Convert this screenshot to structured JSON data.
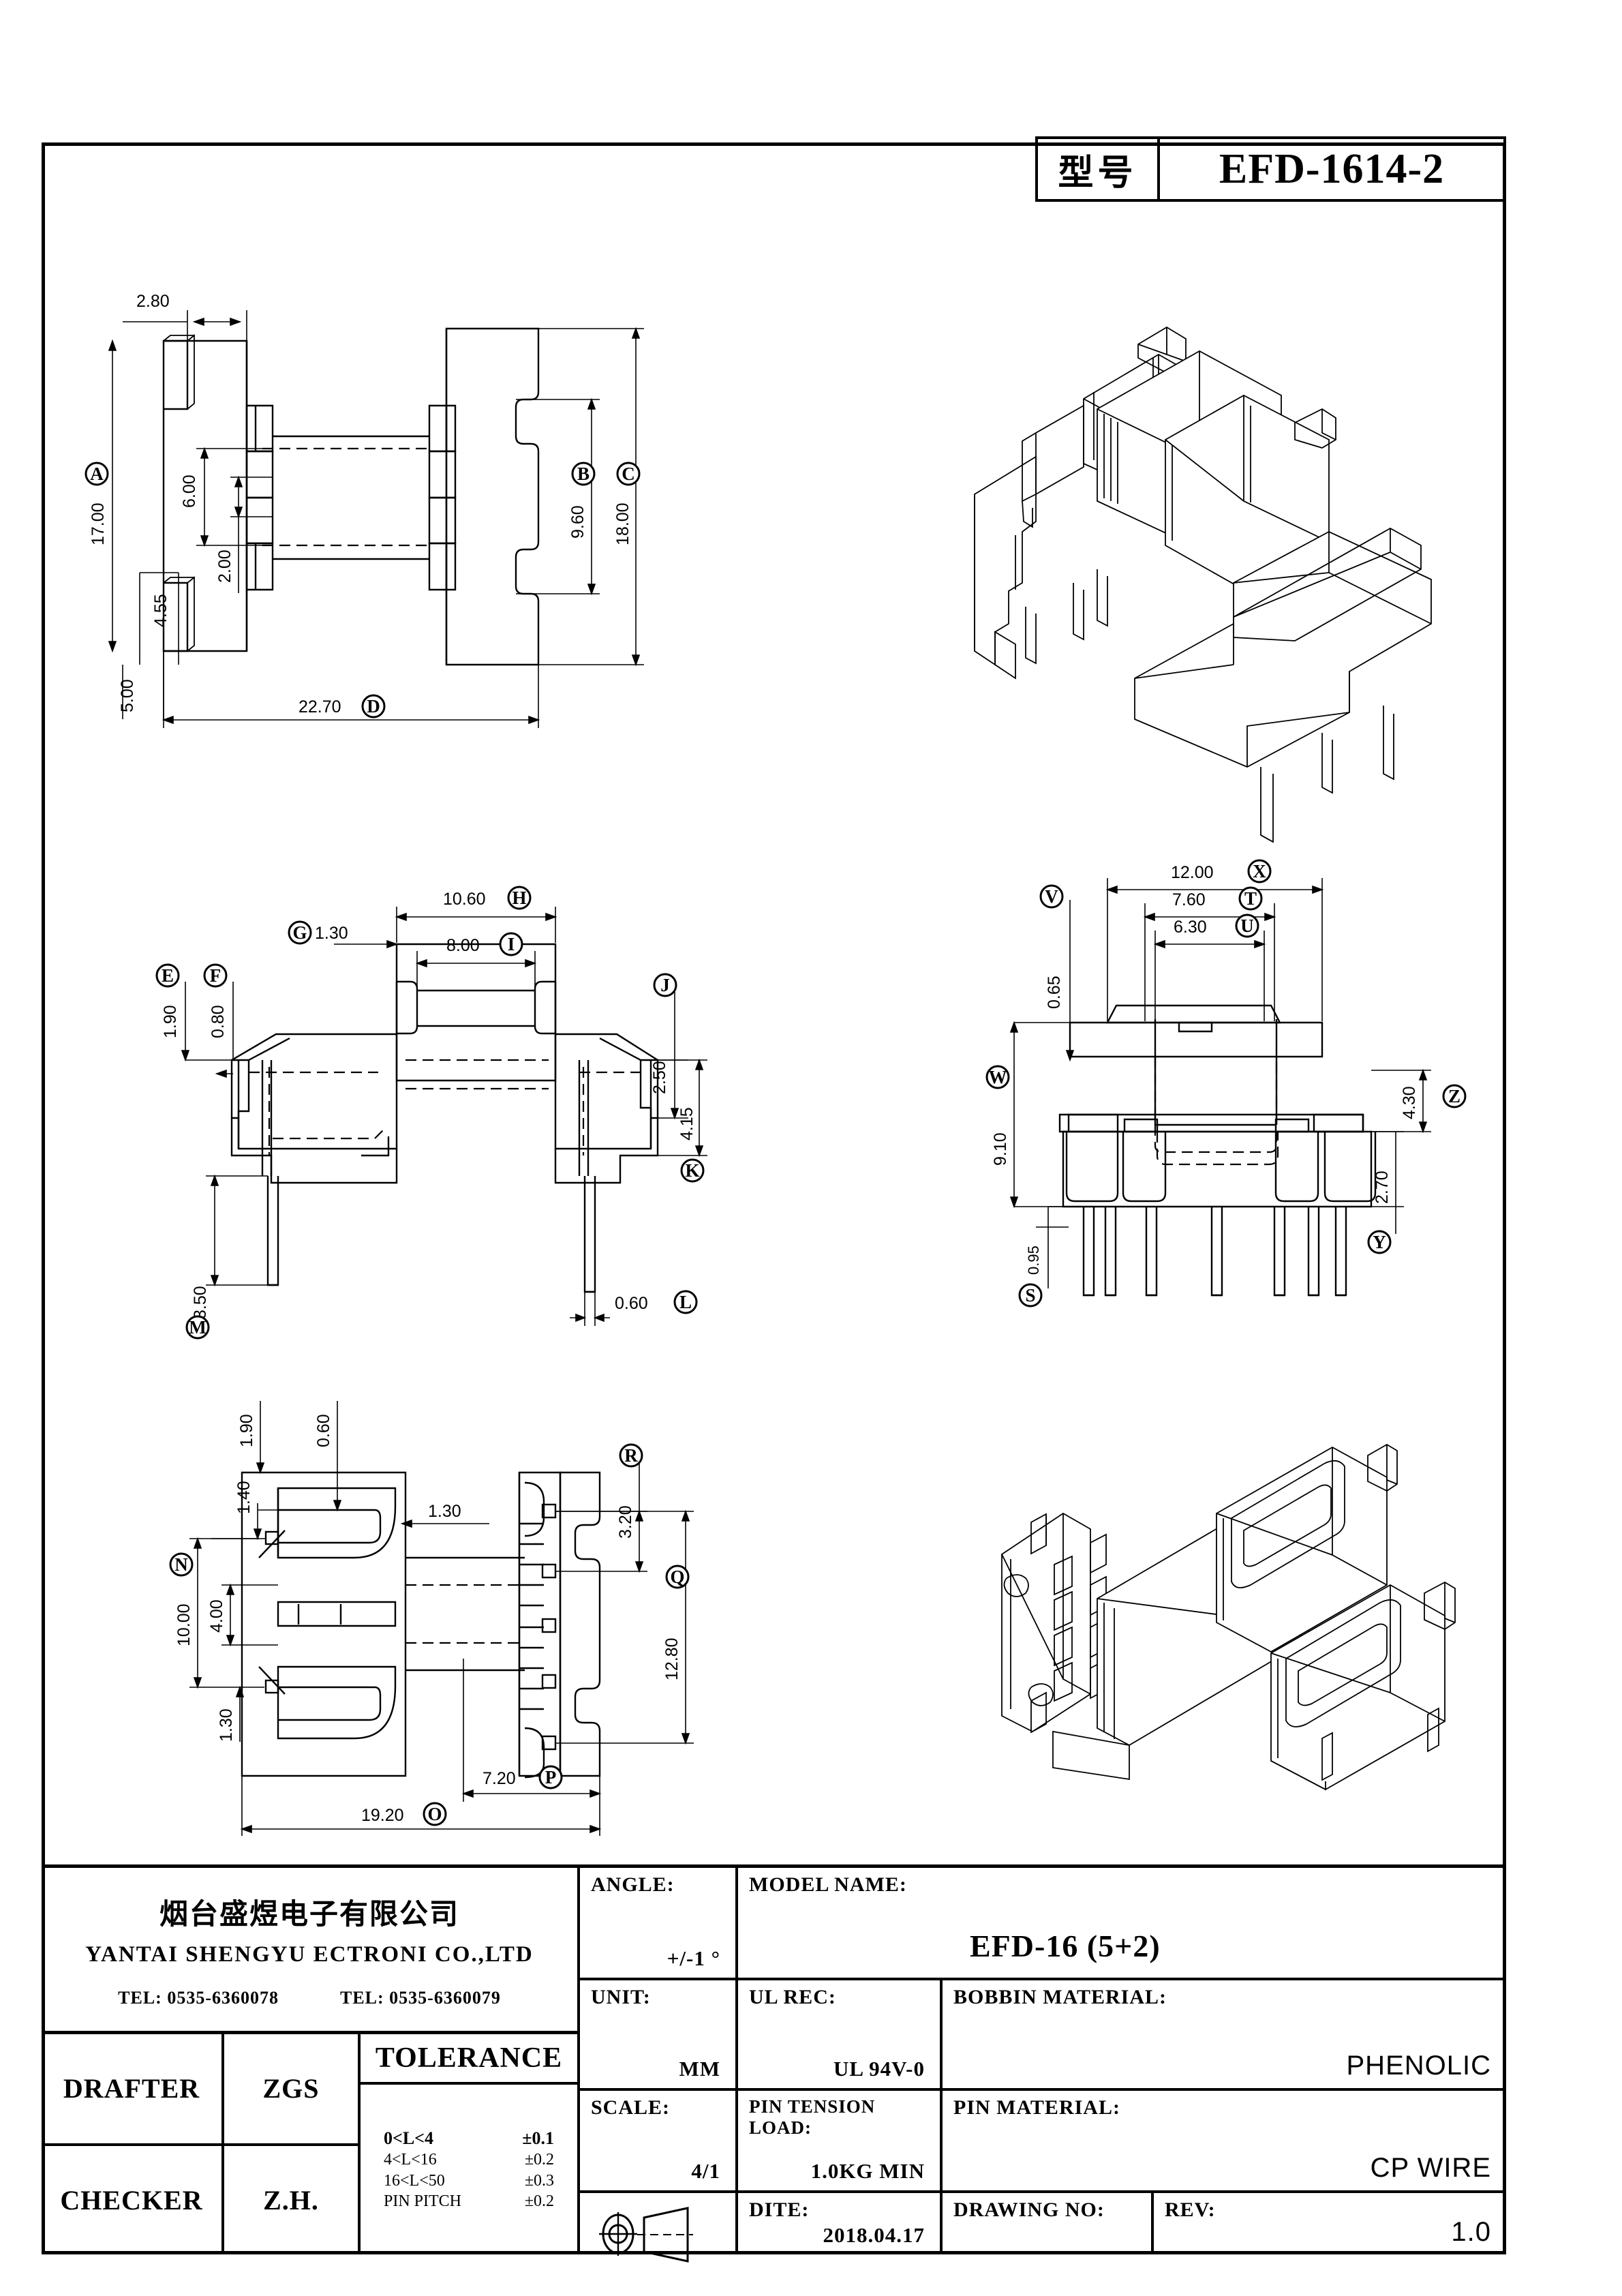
{
  "header": {
    "label_cn": "型号",
    "model_code": "EFD-1614-2"
  },
  "views": {
    "top_left": {
      "name": "front-view",
      "dims": [
        {
          "tag": "",
          "value": "2.80"
        },
        {
          "tag": "A",
          "value": "17.00"
        },
        {
          "tag": "",
          "value": "4.55"
        },
        {
          "tag": "",
          "value": "5.00"
        },
        {
          "tag": "",
          "value": "6.00"
        },
        {
          "tag": "",
          "value": "2.00"
        },
        {
          "tag": "B",
          "value": "9.60"
        },
        {
          "tag": "C",
          "value": "18.00"
        },
        {
          "tag": "D",
          "value": "22.70"
        }
      ]
    },
    "mid_left": {
      "name": "side-view",
      "dims": [
        {
          "tag": "E",
          "value": "1.90"
        },
        {
          "tag": "F",
          "value": "0.80"
        },
        {
          "tag": "G",
          "value": "1.30"
        },
        {
          "tag": "H",
          "value": "10.60"
        },
        {
          "tag": "I",
          "value": "8.00"
        },
        {
          "tag": "J",
          "value": "2.50"
        },
        {
          "tag": "K",
          "value": "4.15"
        },
        {
          "tag": "L",
          "value": "0.60"
        },
        {
          "tag": "M",
          "value": "3.50"
        }
      ]
    },
    "mid_right": {
      "name": "end-view",
      "dims": [
        {
          "tag": "S",
          "value": "0.95"
        },
        {
          "tag": "T",
          "value": "7.60"
        },
        {
          "tag": "U",
          "value": "6.30"
        },
        {
          "tag": "V",
          "value": "0.65"
        },
        {
          "tag": "W",
          "value": "9.10"
        },
        {
          "tag": "X",
          "value": "12.00"
        },
        {
          "tag": "Y",
          "value": "2.70"
        },
        {
          "tag": "Z",
          "value": "4.30"
        }
      ]
    },
    "bot_left": {
      "name": "top-view",
      "dims": [
        {
          "tag": "",
          "value": "1.90"
        },
        {
          "tag": "",
          "value": "0.60"
        },
        {
          "tag": "",
          "value": "1.40"
        },
        {
          "tag": "",
          "value": "1.30"
        },
        {
          "tag": "N",
          "value": "10.00"
        },
        {
          "tag": "",
          "value": "4.00"
        },
        {
          "tag": "",
          "value": "1.30"
        },
        {
          "tag": "O",
          "value": "19.20"
        },
        {
          "tag": "P",
          "value": "7.20"
        },
        {
          "tag": "Q",
          "value": "12.80"
        },
        {
          "tag": "R",
          "value": "3.20"
        }
      ]
    },
    "iso_top": {
      "name": "isometric-exploded-view"
    },
    "iso_bottom": {
      "name": "isometric-assembly-view"
    }
  },
  "title_block": {
    "company_cn": "烟台盛煜电子有限公司",
    "company_en": "YANTAI SHENGYU ECTRONI CO.,LTD",
    "tel1": "TEL: 0535-6360078",
    "tel2": "TEL: 0535-6360079",
    "drafter_label": "DRAFTER",
    "drafter_value": "ZGS",
    "checker_label": "CHECKER",
    "checker_value": "Z.H.",
    "tolerance_title": "TOLERANCE",
    "tolerance_rows": [
      {
        "range": "0<L<4",
        "tol": "±0.1"
      },
      {
        "range": "4<L<16",
        "tol": "±0.2"
      },
      {
        "range": "16<L<50",
        "tol": "±0.3"
      },
      {
        "range": "PIN PITCH",
        "tol": "±0.2"
      }
    ],
    "angle_label": "ANGLE:",
    "angle_value": "+/-1 °",
    "unit_label": "UNIT:",
    "unit_value": "MM",
    "scale_label": "SCALE:",
    "scale_value": "4/1",
    "model_name_label": "MODEL NAME:",
    "model_name_value": "EFD-16 (5+2)",
    "ul_rec_label": "UL REC:",
    "ul_rec_value": "UL 94V-0",
    "pin_tension_label": "PIN TENSION LOAD:",
    "pin_tension_value": "1.0KG MIN",
    "bobbin_material_label": "BOBBIN MATERIAL:",
    "bobbin_material_value": "PHENOLIC",
    "pin_material_label": "PIN MATERIAL:",
    "pin_material_value": "CP WIRE",
    "date_label": "DITE:",
    "date_value": "2018.04.17",
    "drawing_no_label": "DRAWING NO:",
    "drawing_no_value": "",
    "rev_label": "REV:",
    "rev_value": "1.0"
  }
}
